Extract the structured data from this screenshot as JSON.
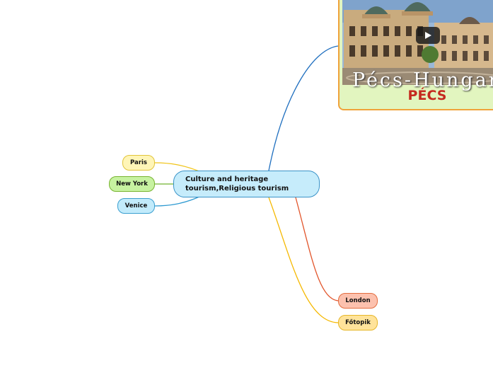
{
  "colors": {
    "blue_branch": "#1f6fbf",
    "yellow_branch": "#f0c419",
    "green_branch": "#72b22e",
    "light_blue_branch": "#2e9ad1",
    "orange_branch": "#e2552b",
    "gold_branch": "#f5b800",
    "title_red": "#c52a1f"
  },
  "central": {
    "label": "Culture and heritage tourism,Religious tourism"
  },
  "topics": [
    {
      "label": "Paris"
    },
    {
      "label": "New York"
    },
    {
      "label": "Venice"
    },
    {
      "label": "London"
    },
    {
      "label": "Főtopik"
    }
  ],
  "pecs_card": {
    "image_caption": "Pécs-Hungary",
    "label": "PÉCS",
    "icon": "play-icon"
  }
}
